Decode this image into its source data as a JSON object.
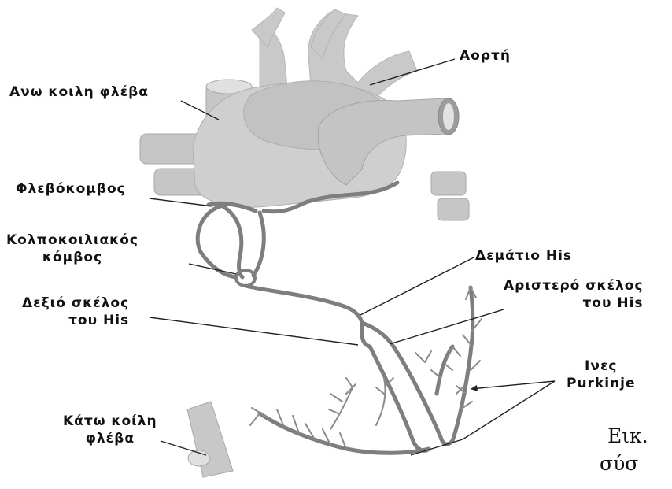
{
  "labels": {
    "aorta": "Αορτή",
    "superior_vena_cava": "Ανω κοιλη φλέβα",
    "sinoatrial_node": "Φλεβόκομβος",
    "av_node": [
      "Κολποκοιλιακός",
      "κόμβος"
    ],
    "bundle_of_his": "Δεμάτιο His",
    "right_bundle_branch": [
      "Δεξιό σκέλος",
      "του His"
    ],
    "left_bundle_branch": [
      "Αριστερό σκέλος",
      "του His"
    ],
    "purkinje_fibers": [
      "Ινες",
      "Purkinje"
    ],
    "inferior_vena_cava": [
      "Κάτω κοίλη",
      "φλέβα"
    ]
  },
  "caption": [
    "Εικ.",
    "σύσ"
  ],
  "colors": {
    "heart": "#c9c9c9",
    "heart_dark": "#9a9a9a",
    "conduction": "#7e7e7e",
    "leader": "#222222",
    "text": "#111111"
  }
}
